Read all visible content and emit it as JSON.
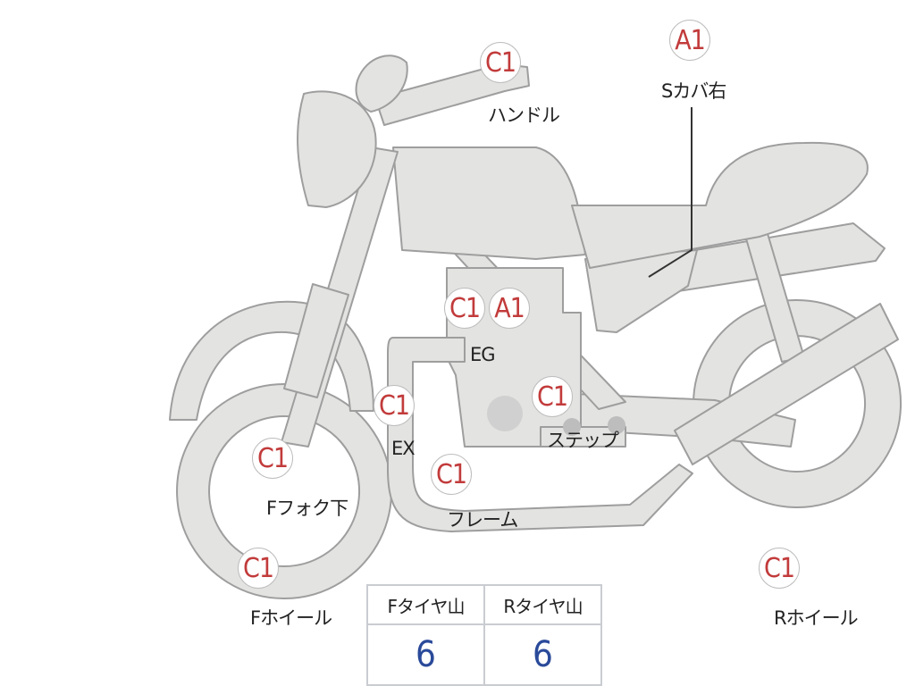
{
  "colors": {
    "body_fill": "#e3e3e1",
    "outline": "#9e9e9e",
    "marker_text": "#c23b3b",
    "value_text": "#2a4a9a"
  },
  "markers": [
    {
      "code": "C1",
      "label": "ハンドル"
    },
    {
      "code": "A1",
      "label": "Sカバ右"
    },
    {
      "code": "C1",
      "label": ""
    },
    {
      "code": "A1",
      "label": "EG"
    },
    {
      "code": "C1",
      "label": "ステップ"
    },
    {
      "code": "C1",
      "label": "EX"
    },
    {
      "code": "C1",
      "label": "Fフォク下"
    },
    {
      "code": "C1",
      "label": "フレーム"
    },
    {
      "code": "C1",
      "label": "Fホイール"
    },
    {
      "code": "C1",
      "label": "Rホイール"
    }
  ],
  "tire_table": {
    "front_header": "Fタイヤ山",
    "rear_header": "Rタイヤ山",
    "front_value": "6",
    "rear_value": "6"
  }
}
